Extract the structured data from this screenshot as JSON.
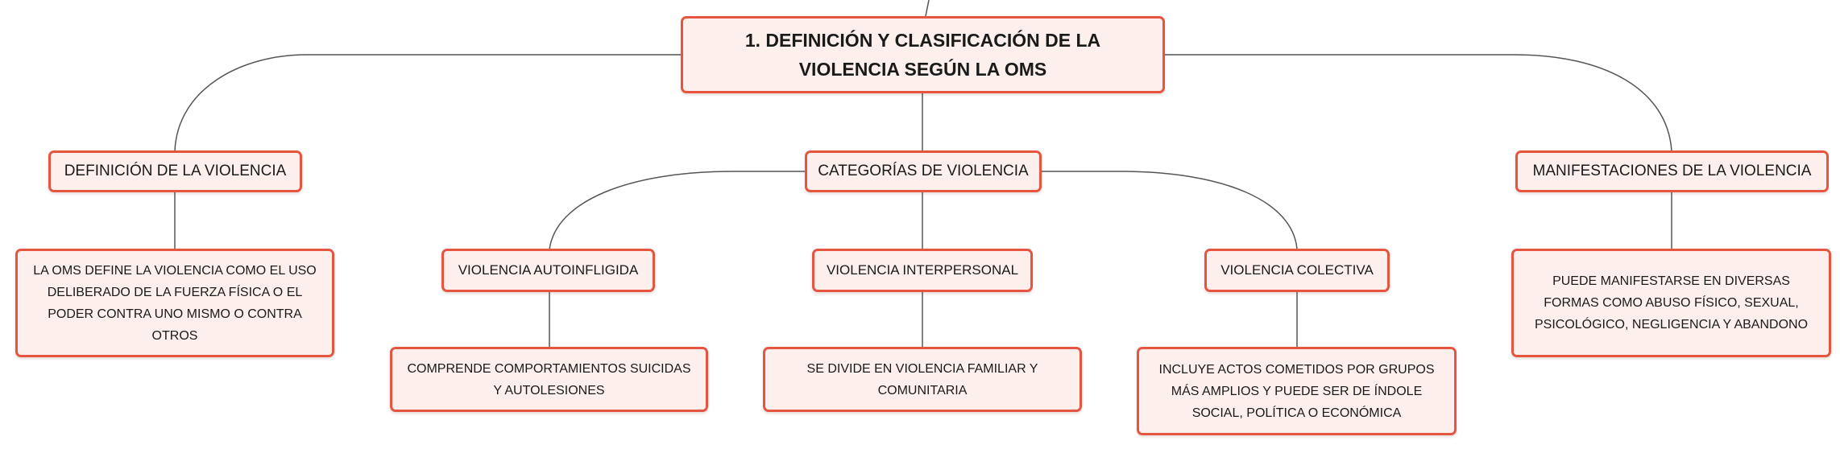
{
  "colors": {
    "node_border": "#e5553f",
    "node_fill": "#fdf0ec",
    "connector": "#555555",
    "text": "#1a1a1a"
  },
  "root": {
    "title": "1. DEFINICIÓN Y CLASIFICACIÓN DE LA VIOLENCIA SEGÚN LA OMS"
  },
  "branches": {
    "definition": {
      "label": "DEFINICIÓN DE LA VIOLENCIA",
      "detail": "LA OMS DEFINE LA VIOLENCIA COMO EL USO DELIBERADO DE LA FUERZA FÍSICA O EL PODER CONTRA UNO MISMO O CONTRA OTROS"
    },
    "categories": {
      "label": "CATEGORÍAS DE VIOLENCIA",
      "self_directed": {
        "label": "VIOLENCIA AUTOINFLIGIDA",
        "detail": "COMPRENDE COMPORTAMIENTOS SUICIDAS Y AUTOLESIONES"
      },
      "interpersonal": {
        "label": "VIOLENCIA INTERPERSONAL",
        "detail": "SE DIVIDE EN VIOLENCIA FAMILIAR Y COMUNITARIA"
      },
      "collective": {
        "label": "VIOLENCIA COLECTIVA",
        "detail": "INCLUYE ACTOS COMETIDOS POR GRUPOS MÁS AMPLIOS Y PUEDE SER DE ÍNDOLE SOCIAL, POLÍTICA O ECONÓMICA"
      }
    },
    "manifestations": {
      "label": "MANIFESTACIONES DE LA VIOLENCIA",
      "detail": "PUEDE MANIFESTARSE EN DIVERSAS FORMAS COMO ABUSO FÍSICO, SEXUAL, PSICOLÓGICO, NEGLIGENCIA Y ABANDONO"
    }
  }
}
